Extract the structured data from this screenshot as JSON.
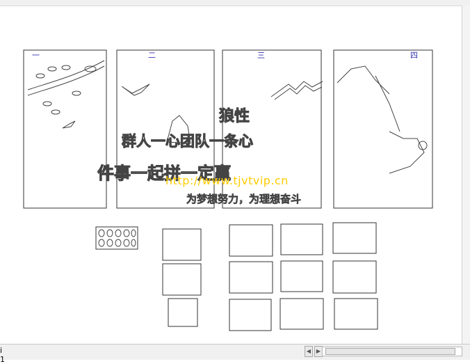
{
  "panels": [
    {
      "label": "一"
    },
    {
      "label": "二"
    },
    {
      "label": "三"
    },
    {
      "label": "四"
    }
  ],
  "slogan": {
    "line1": "狼性",
    "line2": "群人一心团队一条心",
    "line3": "件事一起拼一定赢",
    "line4": "为梦想努力，为理想奋斗"
  },
  "watermark": "http://www.tjvtvip.cn",
  "statusbar": {
    "page_label": "i 1"
  },
  "colors": {
    "outline": "#333333",
    "panel_number": "#3030b0",
    "watermark": "#ffcc00"
  }
}
